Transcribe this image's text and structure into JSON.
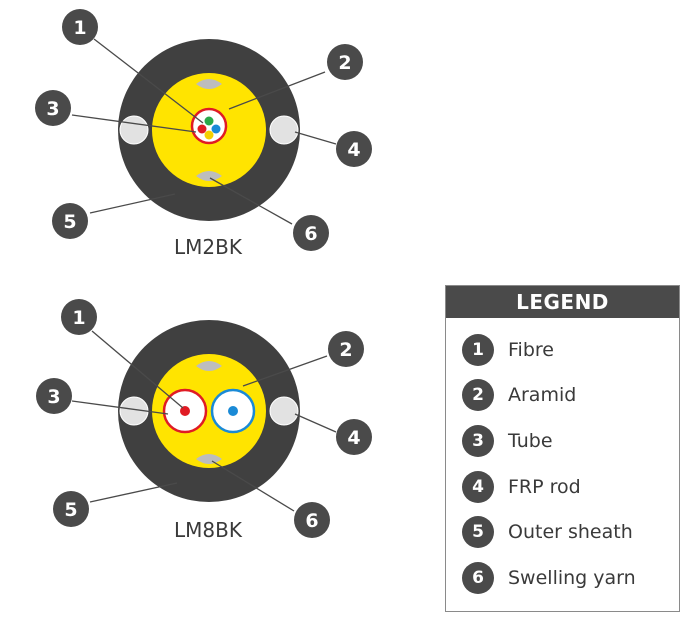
{
  "cables": [
    {
      "name": "LM2BK",
      "callouts": [
        "1",
        "2",
        "3",
        "4",
        "5",
        "6"
      ]
    },
    {
      "name": "LM8BK",
      "callouts": [
        "1",
        "2",
        "3",
        "4",
        "5",
        "6"
      ]
    }
  ],
  "legend": {
    "title": "LEGEND",
    "items": [
      {
        "number": "1",
        "label": "Fibre"
      },
      {
        "number": "2",
        "label": "Aramid"
      },
      {
        "number": "3",
        "label": "Tube"
      },
      {
        "number": "4",
        "label": "FRP rod"
      },
      {
        "number": "5",
        "label": "Outer sheath"
      },
      {
        "number": "6",
        "label": "Swelling yarn"
      }
    ]
  },
  "colors": {
    "sheath": "#404040",
    "aramid": "#ffe400",
    "rod": "#e0e0e0",
    "yarn": "#bdbdbd",
    "callout": "#4a4a4a",
    "tube_red": "#e01b24",
    "tube_blue": "#1a8ad6",
    "fibre_green": "#2aa84a",
    "fibre_yellow": "#f5d000"
  }
}
